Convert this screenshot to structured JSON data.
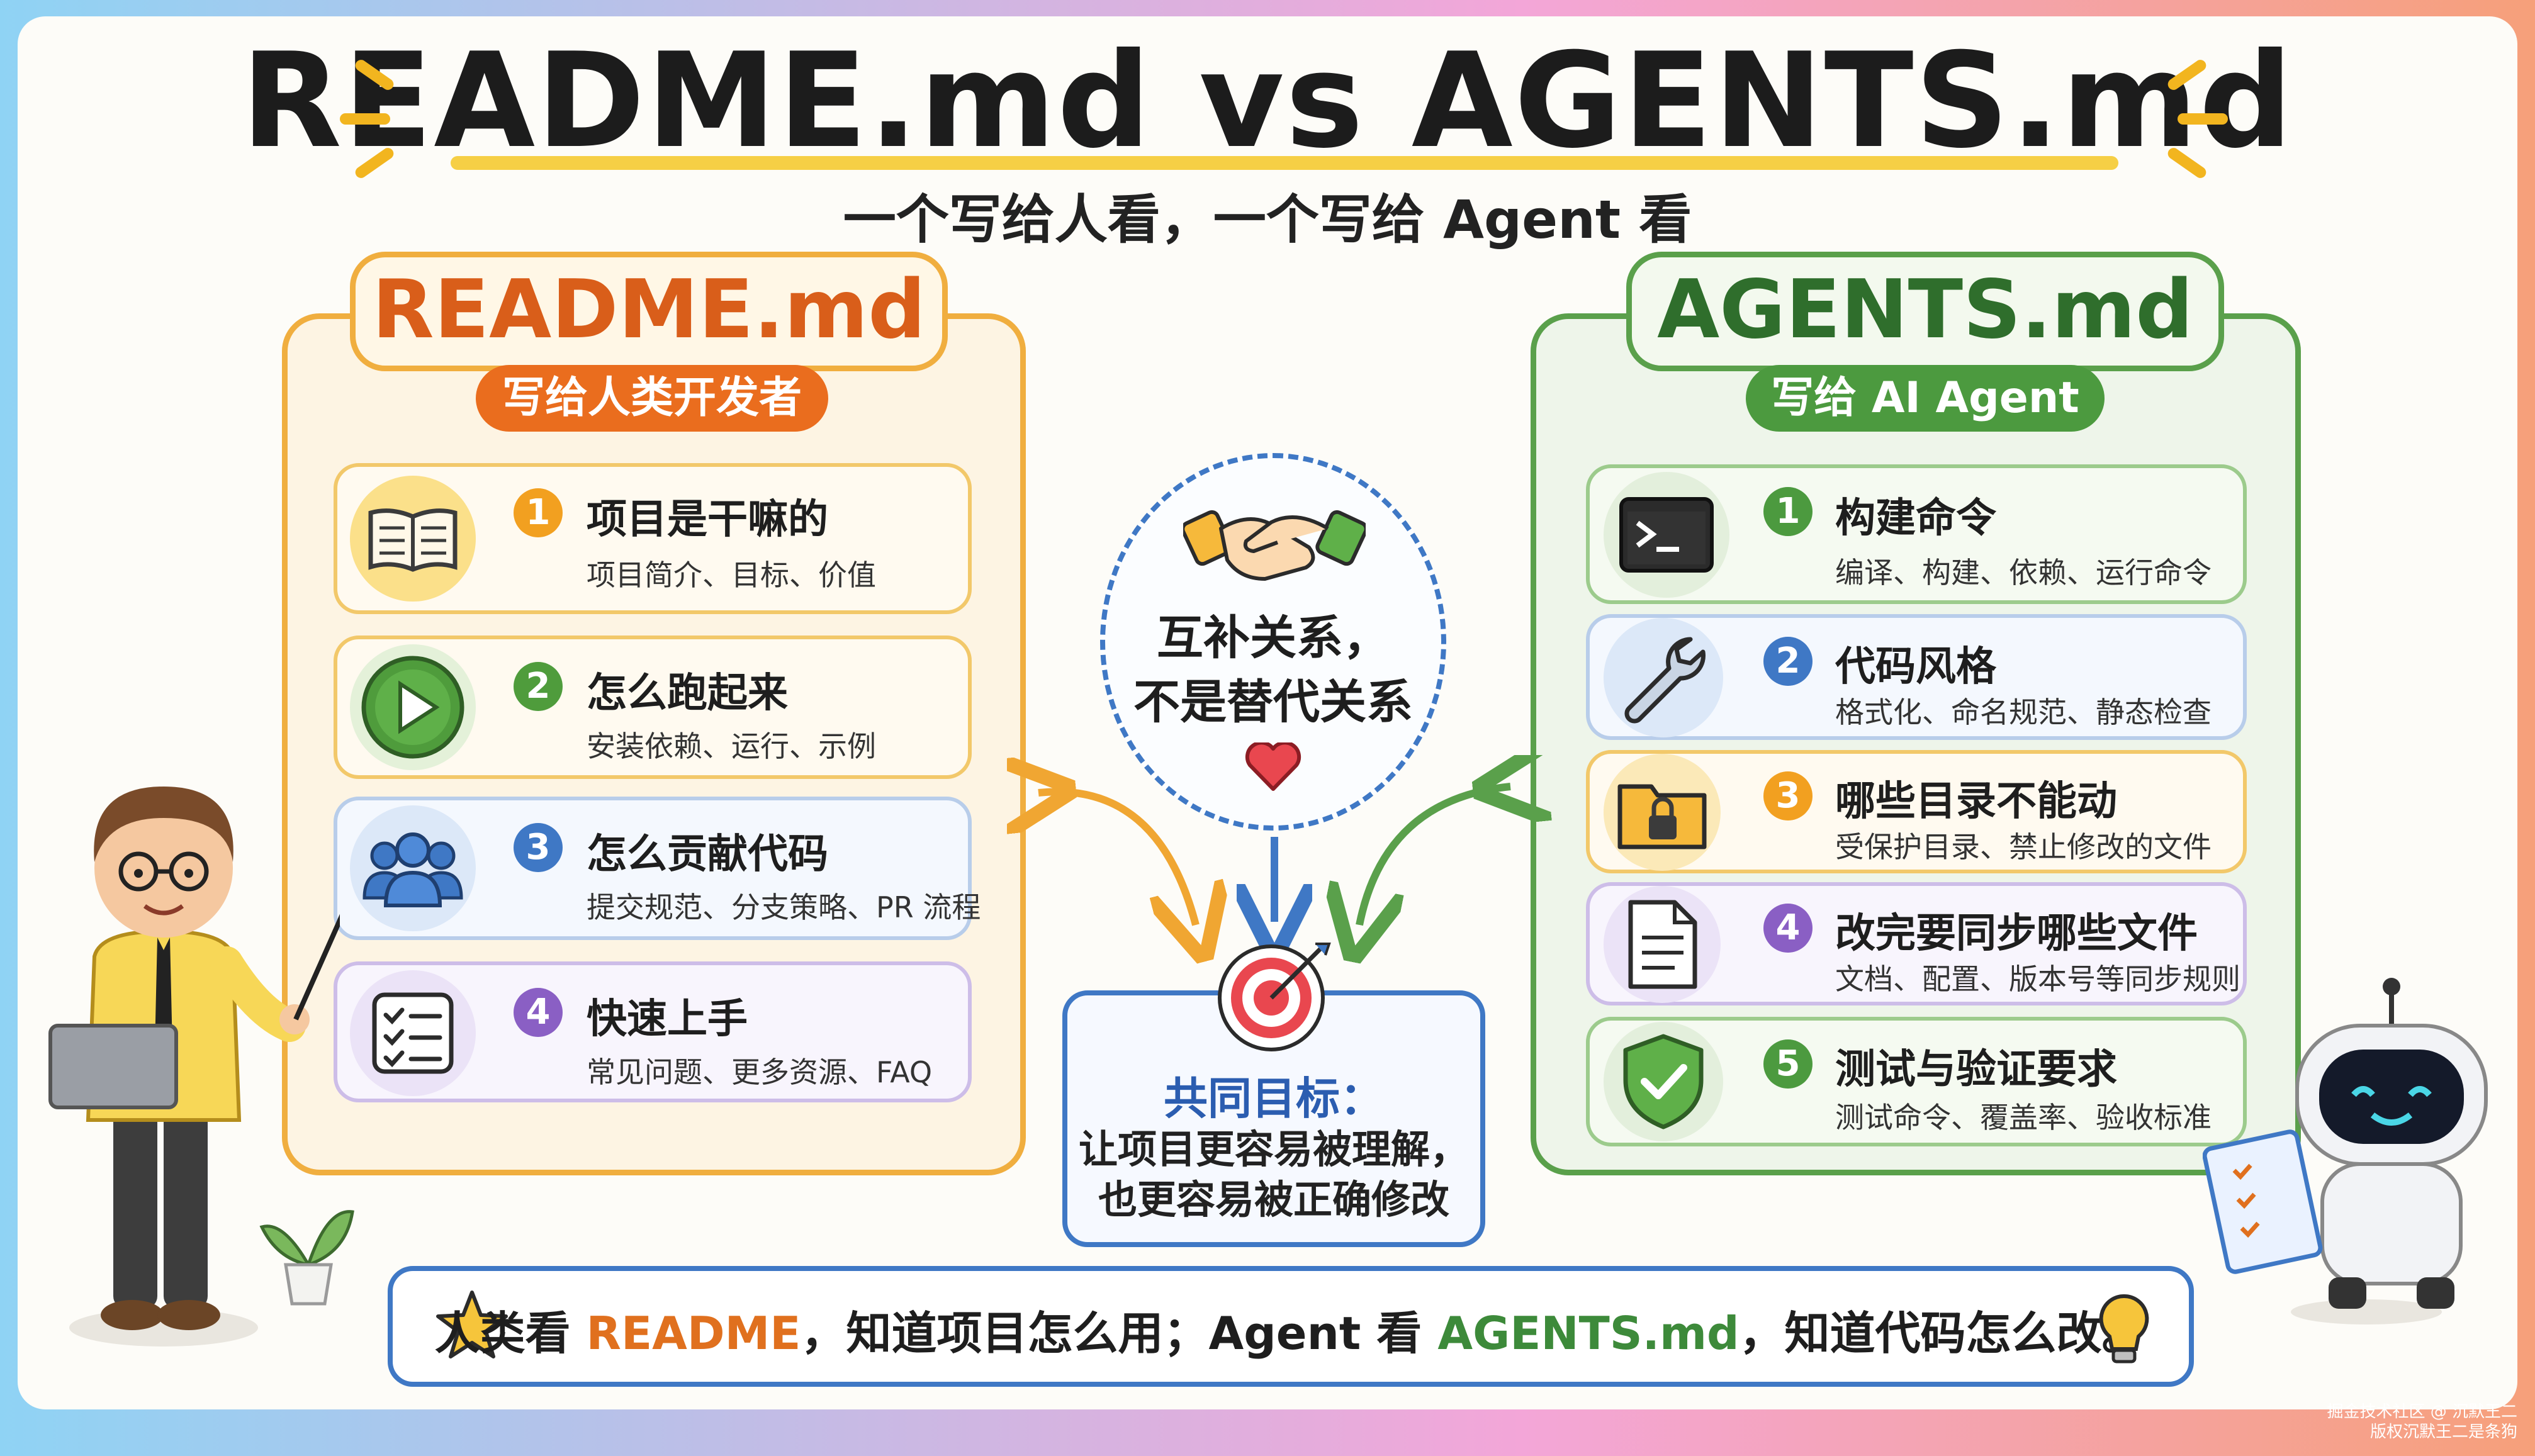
{
  "header": {
    "title": "README.md vs AGENTS.md",
    "subtitle": "一个写给人看，一个写给 Agent 看"
  },
  "readme": {
    "title": "README.md",
    "tag": "写给人类开发者",
    "items": [
      {
        "num": "1",
        "title": "项目是干嘛的",
        "desc": "项目简介、目标、价值",
        "icon": "book-icon"
      },
      {
        "num": "2",
        "title": "怎么跑起来",
        "desc": "安装依赖、运行、示例",
        "icon": "play-icon"
      },
      {
        "num": "3",
        "title": "怎么贡献代码",
        "desc": "提交规范、分支策略、PR 流程",
        "icon": "people-icon"
      },
      {
        "num": "4",
        "title": "快速上手",
        "desc": "常见问题、更多资源、FAQ",
        "icon": "checklist-icon"
      }
    ]
  },
  "agents": {
    "title": "AGENTS.md",
    "tag": "写给 AI Agent",
    "items": [
      {
        "num": "1",
        "title": "构建命令",
        "desc": "编译、构建、依赖、运行命令",
        "icon": "terminal-icon"
      },
      {
        "num": "2",
        "title": "代码风格",
        "desc": "格式化、命名规范、静态检查",
        "icon": "wrench-icon"
      },
      {
        "num": "3",
        "title": "哪些目录不能动",
        "desc": "受保护目录、禁止修改的文件",
        "icon": "locked-folder-icon"
      },
      {
        "num": "4",
        "title": "改完要同步哪些文件",
        "desc": "文档、配置、版本号等同步规则",
        "icon": "document-icon"
      },
      {
        "num": "5",
        "title": "测试与验证要求",
        "desc": "测试命令、覆盖率、验收标准",
        "icon": "shield-check-icon"
      }
    ]
  },
  "center": {
    "relation_line1": "互补关系，",
    "relation_line2": "不是替代关系",
    "goal_title": "共同目标：",
    "goal_line1": "让项目更容易被理解，",
    "goal_line2": "也更容易被正确修改"
  },
  "footer": {
    "part1": "人类看 ",
    "readme_word": "README",
    "part2": "，知道项目怎么用；Agent 看 ",
    "agents_word": "AGENTS.md",
    "part3": "，知道代码怎么改。"
  },
  "watermark": {
    "line1": "掘金技术社区 @ 沉默王二",
    "line2": "版权沉默王二是条狗"
  },
  "colors": {
    "readme_accent": "#ea6d1e",
    "agents_accent": "#4c9a3f",
    "center_accent": "#3f78c5"
  }
}
